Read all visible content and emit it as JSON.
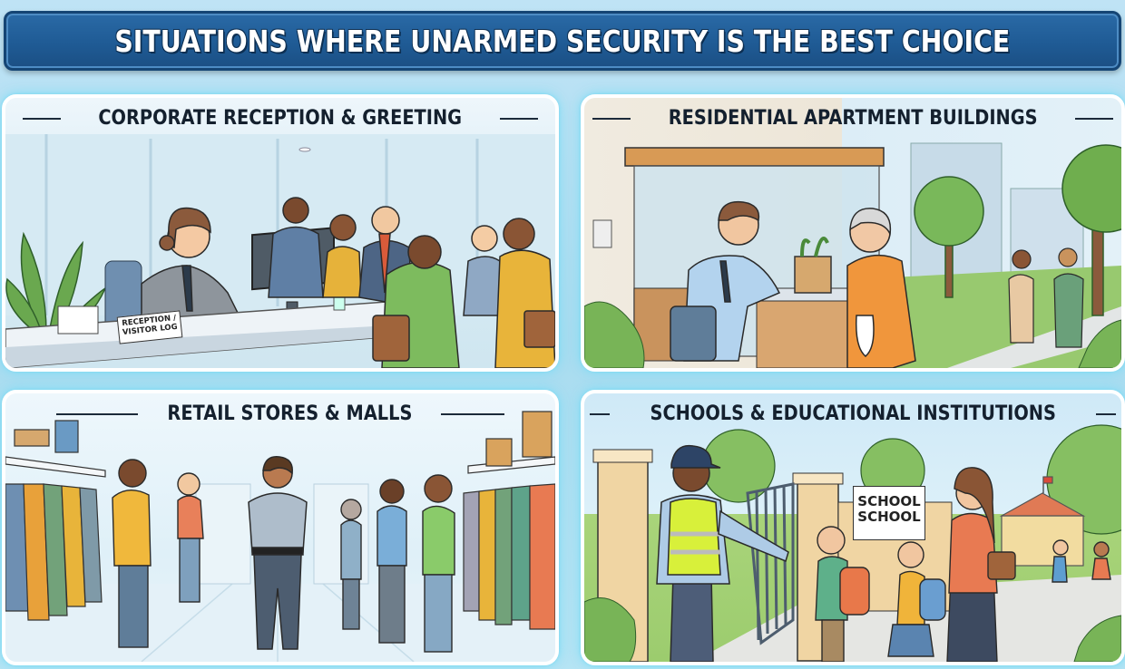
{
  "header": {
    "title": "SITUATIONS WHERE UNARMED SECURITY IS THE BEST CHOICE"
  },
  "colors": {
    "banner": "#1f5b95",
    "banner_border": "#154574",
    "background": "#b6e4f4",
    "panel_border": "#ffffff",
    "panel_glow": "#7fd8f0",
    "title_text": "#14202e"
  },
  "panels": [
    {
      "title": "CORPORATE RECEPTION & GREETING",
      "scene": "Uniformed female guard at reception desk with computer greeting a group of business visitors",
      "signs": [
        "RECEPTION / VISITOR LOG"
      ]
    },
    {
      "title": "RESIDENTIAL APARTMENT BUILDINGS",
      "scene": "Guard in booth assisting an elderly woman with groceries; residents walking on path with trees and buildings",
      "signs": []
    },
    {
      "title": "RETAIL STORES & MALLS",
      "scene": "Female guard walking down store aisle between clothing racks with shoppers browsing",
      "signs": []
    },
    {
      "title": "SCHOOLS & EDUCATIONAL INSTITUTIONS",
      "scene": "Guard in hi-vis vest at school gate greeting children with backpacks and a parent; school building behind",
      "signs": [
        "SCHOOL",
        "SCHOOL"
      ]
    }
  ]
}
